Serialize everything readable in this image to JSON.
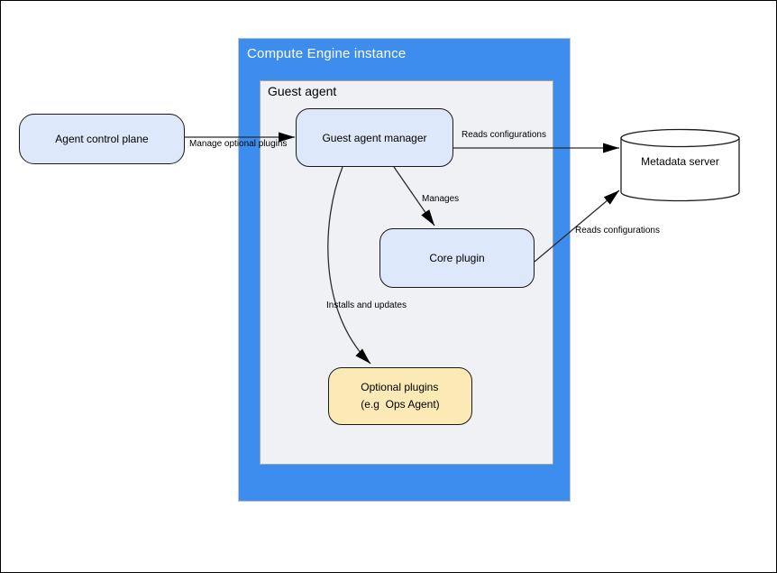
{
  "diagram": {
    "type": "architecture-diagram",
    "outer_container": {
      "title": "Compute Engine instance"
    },
    "inner_container": {
      "title": "Guest agent"
    },
    "nodes": {
      "agent_control_plane": {
        "label": "Agent control plane",
        "shape": "rounded-rect",
        "fill": "#dde8fa"
      },
      "guest_agent_manager": {
        "label": "Guest agent manager",
        "shape": "rounded-rect",
        "fill": "#dde8fa"
      },
      "core_plugin": {
        "label": "Core plugin",
        "shape": "rounded-rect",
        "fill": "#dde8fa"
      },
      "optional_plugins": {
        "label_line1": "Optional plugins",
        "label_line2": "(e.g  Ops Agent)",
        "shape": "rounded-rect",
        "fill": "#fbe9b6"
      },
      "metadata_server": {
        "label": "Metadata server",
        "shape": "cylinder",
        "fill": "#ffffff"
      }
    },
    "edges": [
      {
        "from": "agent_control_plane",
        "to": "guest_agent_manager",
        "label": "Manage optional plugins"
      },
      {
        "from": "guest_agent_manager",
        "to": "metadata_server",
        "label": "Reads configurations"
      },
      {
        "from": "guest_agent_manager",
        "to": "core_plugin",
        "label": "Manages"
      },
      {
        "from": "core_plugin",
        "to": "metadata_server",
        "label": "Reads configurations"
      },
      {
        "from": "guest_agent_manager",
        "to": "optional_plugins",
        "label": "Installs and updates"
      }
    ],
    "colors": {
      "container_blue": "#3d8def",
      "container_blue_border": "#c3c3c3",
      "inner_gray": "#f0f1f4",
      "inner_gray_border": "#a3a3a3",
      "node_blue_fill": "#dde8fa",
      "node_yellow_fill": "#fbe9b6",
      "node_border": "#1a1a1a",
      "edge_stroke": "#2b2b2b",
      "title_text": "#ffffff"
    }
  }
}
